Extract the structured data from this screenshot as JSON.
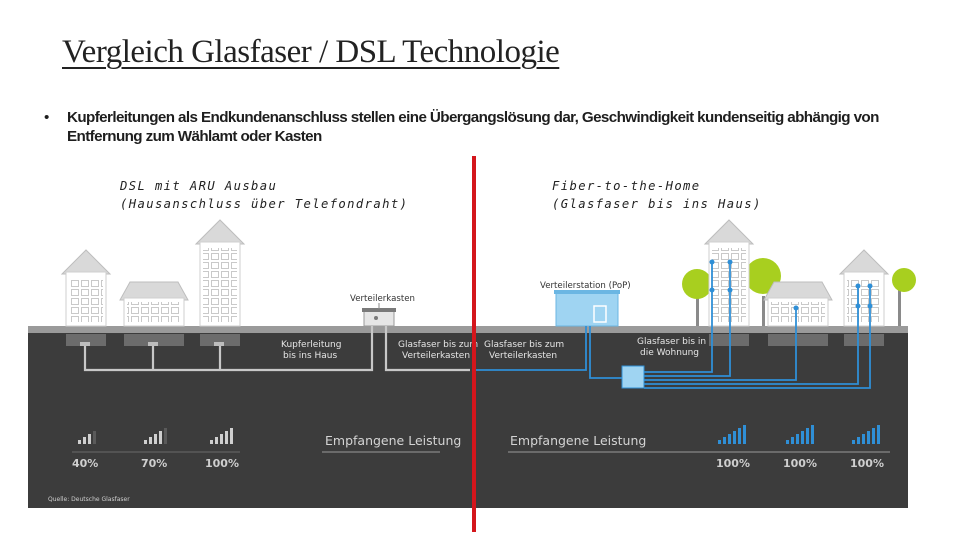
{
  "title": "Vergleich Glasfaser / DSL Technologie",
  "bullet": "Kupferleitungen als Endkundenanschluss stellen eine Übergangslösung dar, Geschwindigkeit kundenseitig abhängig von Entfernung zum Wählamt oder Kasten",
  "left": {
    "heading_line1": "DSL mit ARU Ausbau",
    "heading_line2": "(Hausanschluss über Telefondraht)",
    "box_label": "Verteilerkasten",
    "copper_line1": "Kupferleitung",
    "copper_line2": "bis ins Haus",
    "fiber_line1": "Glasfaser bis zum",
    "fiber_line2": "Verteilerkasten",
    "legend": "Empfangene Leistung",
    "percentages": [
      "40%",
      "70%",
      "100%"
    ]
  },
  "right": {
    "heading_line1": "Fiber-to-the-Home",
    "heading_line2": "(Glasfaser bis ins Haus)",
    "station_label": "Verteilerstation (PoP)",
    "fiber_line1": "Glasfaser bis zum",
    "fiber_line2": "Verteilerkasten",
    "home_line1": "Glasfaser bis in",
    "home_line2": "die Wohnung",
    "legend": "Empfangene Leistung",
    "percentages": [
      "100%",
      "100%",
      "100%"
    ]
  },
  "source": "Quelle: Deutsche Glasfaser",
  "colors": {
    "divider": "#d4161c",
    "ground": "#3c3c3c",
    "fiber": "#2f8fd6",
    "copper": "#c8c8c8",
    "tree": "#a8cf1f"
  }
}
